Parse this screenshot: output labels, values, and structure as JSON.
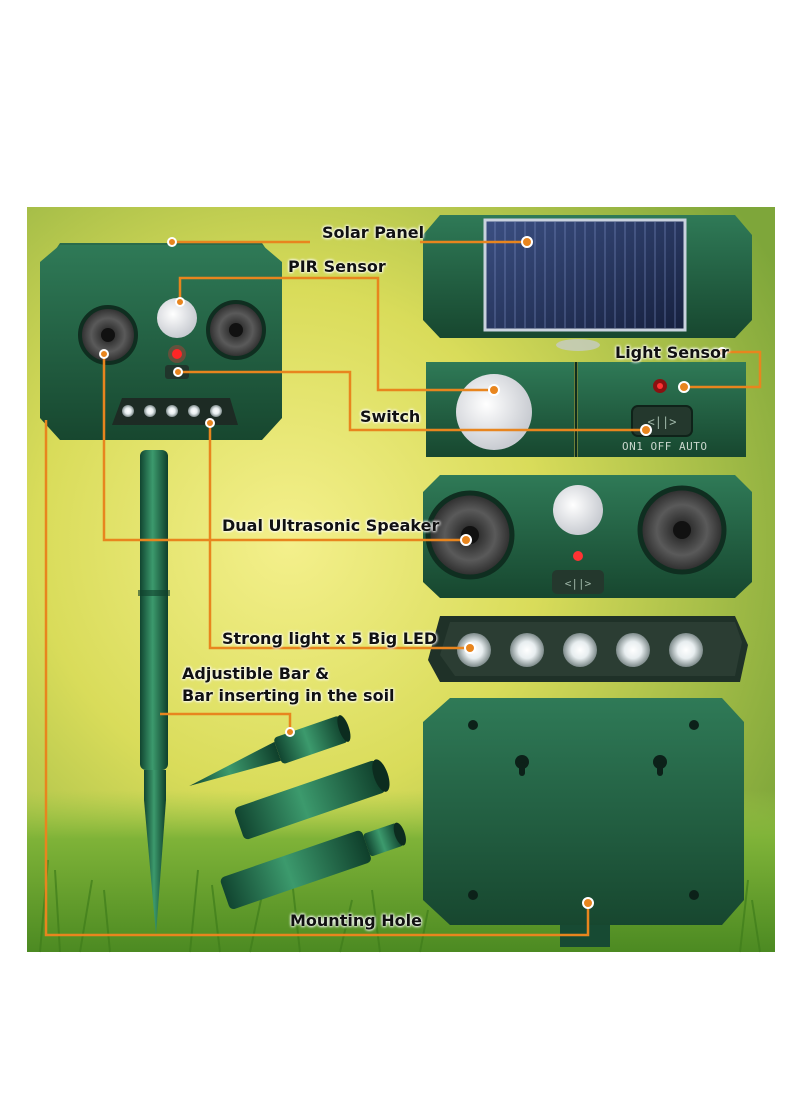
{
  "labels": {
    "solar_panel": "Solar Panel",
    "pir_sensor": "PIR Sensor",
    "light_sensor": "Light Sensor",
    "switch": "Switch",
    "dual_speaker": "Dual Ultrasonic Speaker",
    "strong_light": "Strong light x 5 Big LED",
    "adjustable_bar_line1": "Adjustible Bar &",
    "adjustable_bar_line2": "Bar inserting in the soil",
    "mounting_hole": "Mounting Hole"
  },
  "switch_marking": "ON1 OFF AUTO",
  "colors": {
    "callout": "#e8851e",
    "device_green": "#1f5a40",
    "grass_green": "#6fa82e",
    "background_yellow": "#e9e26a"
  },
  "icons": [
    "solar-panel-icon",
    "pir-sensor-icon",
    "speaker-icon",
    "led-icon",
    "light-sensor-icon",
    "mounting-hole-icon",
    "switch-icon"
  ]
}
